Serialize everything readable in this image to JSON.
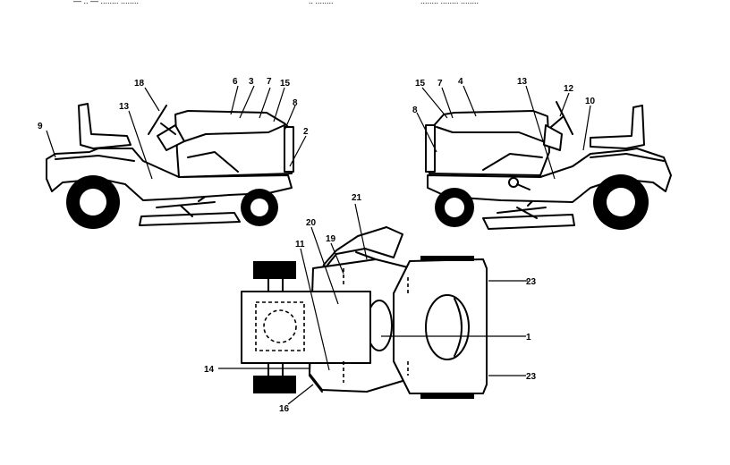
{
  "header": {
    "left": "— .. — ........ ........",
    "middle": "..  ........",
    "right": "........ ........ ........"
  },
  "callouts": {
    "left_view": [
      "18",
      "6",
      "3",
      "7",
      "15",
      "8",
      "2",
      "13",
      "9"
    ],
    "right_view": [
      "15",
      "7",
      "4",
      "13",
      "12",
      "10",
      "8"
    ],
    "top_view": [
      "21",
      "20",
      "19",
      "11",
      "23",
      "1",
      "23",
      "14",
      "16"
    ]
  }
}
